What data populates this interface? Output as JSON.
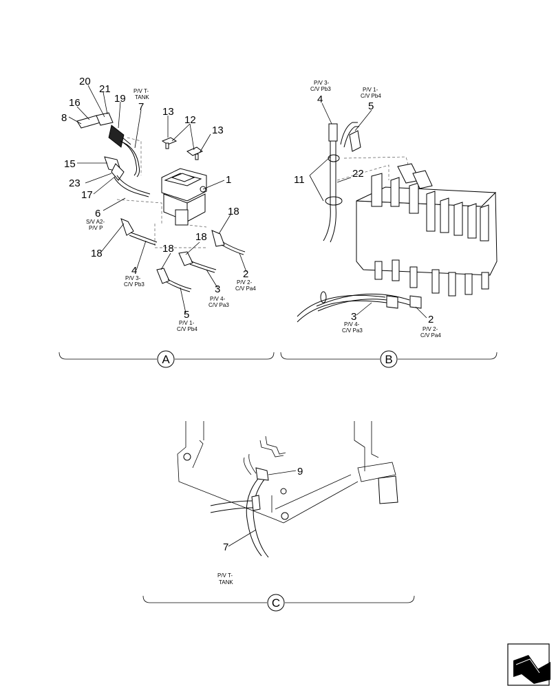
{
  "views": [
    {
      "id": "A",
      "label": "A"
    },
    {
      "id": "B",
      "label": "B"
    },
    {
      "id": "C",
      "label": "C"
    }
  ],
  "view_a": {
    "callouts": [
      "20",
      "21",
      "16",
      "8",
      "19",
      "7",
      "13",
      "12",
      "13",
      "15",
      "23",
      "17",
      "1",
      "6",
      "18",
      "18",
      "18",
      "4",
      "3",
      "2",
      "5"
    ],
    "labels": {
      "pvt_1": "P/V T-",
      "pvt_2": "TANK",
      "sva2_1": "S/V A2-",
      "sva2_2": "P/V P",
      "pv3_1": "P/V 3-",
      "pv3_2": "C/V Pb3",
      "pv4_1": "P/V 4-",
      "pv4_2": "C/V Pa3",
      "pv2_1": "P/V 2-",
      "pv2_2": "C/V Pa4",
      "pv1_1": "P/V 1-",
      "pv1_2": "C/V Pb4"
    }
  },
  "view_b": {
    "callouts": [
      "4",
      "5",
      "11",
      "22",
      "3",
      "2"
    ],
    "labels": {
      "pv3_1": "P/V 3-",
      "pv3_2": "C/V Pb3",
      "pv1_1": "P/V 1-",
      "pv1_2": "C/V Pb4",
      "pv4_1": "P/V 4-",
      "pv4_2": "C/V Pa3",
      "pv2_1": "P/V 2-",
      "pv2_2": "C/V Pa4"
    }
  },
  "view_c": {
    "callouts": [
      "9",
      "7"
    ],
    "labels": {
      "pvt_1": "P/V T-",
      "pvt_2": "TANK"
    }
  },
  "nav": {
    "icon": "next-page-arrow-icon"
  }
}
